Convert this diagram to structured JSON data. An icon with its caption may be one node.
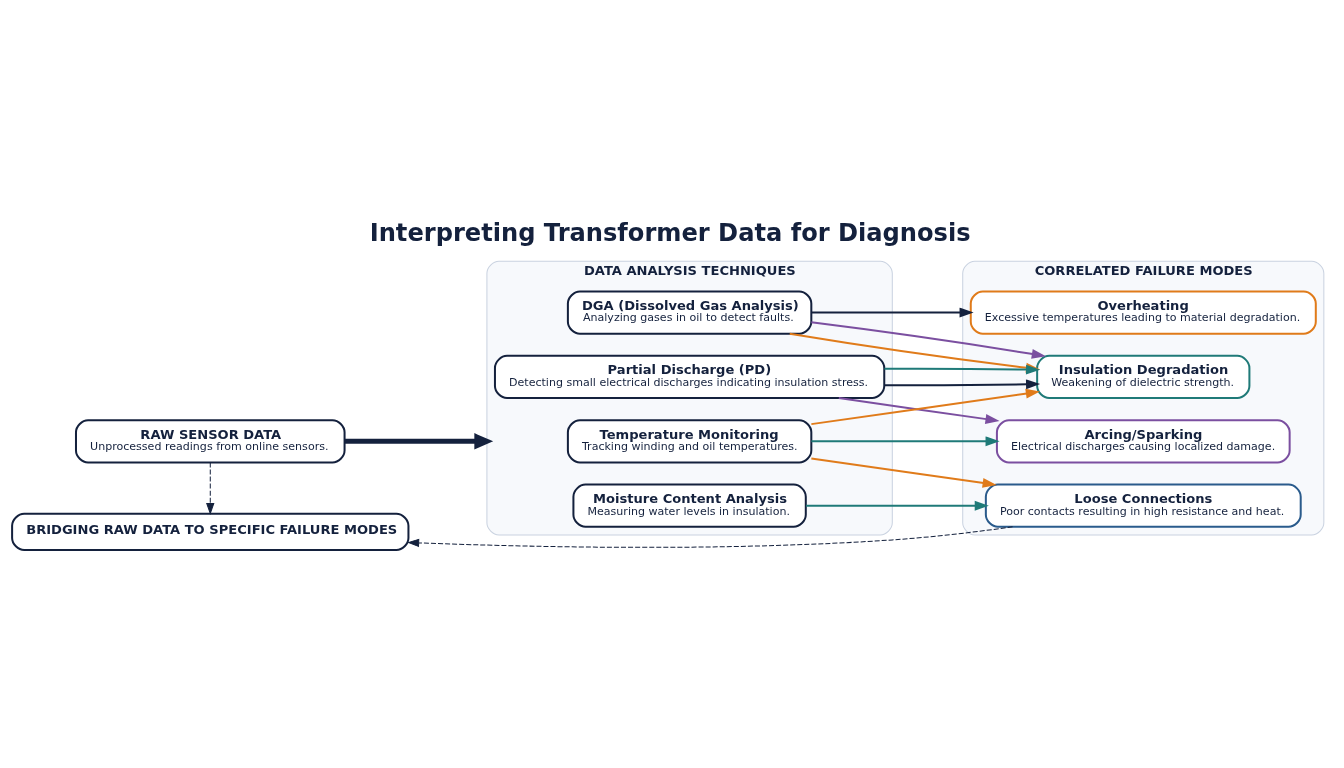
{
  "diagram": {
    "title": "Interpreting Transformer Data for Diagnosis",
    "nodes": [
      {
        "text": [
          "RAW SENSOR DATA",
          "Unprocessed readings from online sensors."
        ]
      },
      {
        "text": [
          "DATA ANALYSIS TECHNIQUES"
        ]
      },
      {
        "text": [
          "DGA (Dissolved Gas Analysis)",
          "Analyzing gases in oil to detect faults."
        ],
        "in": 1
      },
      {
        "text": [
          "Partial Discharge (PD)",
          "Detecting small electrical discharges indicating insulation stress."
        ],
        "in": 1
      },
      {
        "text": [
          "Temperature Monitoring",
          "Tracking winding and oil temperatures."
        ],
        "in": 1
      },
      {
        "text": [
          "Moisture Content Analysis",
          "Measuring water levels in insulation."
        ],
        "in": 1
      },
      {
        "text": [
          "CORRELATED FAILURE MODES"
        ]
      },
      {
        "text": [
          "Overheating",
          "Excessive temperatures leading to material degradation."
        ],
        "in": 6
      },
      {
        "text": [
          "Insulation Degradation",
          "Weakening of dielectric strength."
        ],
        "in": 6
      },
      {
        "text": [
          "Arcing/Sparking",
          "Electrical discharges causing localized damage."
        ],
        "in": 6
      },
      {
        "text": [
          "Loose Connections",
          "Poor contacts resulting in high resistance and heat."
        ],
        "in": 6
      },
      {
        "text": [
          "BRIDGING RAW DATA TO SPECIFIC FAILURE MODES"
        ]
      }
    ],
    "edges": [
      {
        "from": 0,
        "to": 1,
        "arrow": "to",
        "style": "thick"
      },
      {
        "from": 2,
        "to": 7,
        "arrow": "to"
      },
      {
        "from": 2,
        "to": 8,
        "arrow": "to",
        "color": "#e07b1a"
      },
      {
        "from": 2,
        "to": 8,
        "arrow": "to",
        "color": "#7b4fa0"
      },
      {
        "from": 3,
        "to": 8,
        "arrow": "to"
      },
      {
        "from": 3,
        "to": 8,
        "arrow": "to",
        "color": "#1f7a78"
      },
      {
        "from": 3,
        "to": 9,
        "arrow": "to",
        "color": "#7b4fa0"
      },
      {
        "from": 4,
        "to": 8,
        "arrow": "to",
        "color": "#e07b1a"
      },
      {
        "from": 4,
        "to": 10,
        "arrow": "to",
        "color": "#e07b1a"
      },
      {
        "from": 4,
        "to": 9,
        "arrow": "to",
        "color": "#1f7a78"
      },
      {
        "from": 5,
        "to": 10,
        "arrow": "to",
        "color": "#1f7a78"
      },
      {
        "from": 0,
        "to": 11,
        "arrow": "to",
        "style": "dashed"
      },
      {
        "from": 10,
        "to": 11,
        "arrow": "to",
        "style": "dashed"
      }
    ]
  }
}
